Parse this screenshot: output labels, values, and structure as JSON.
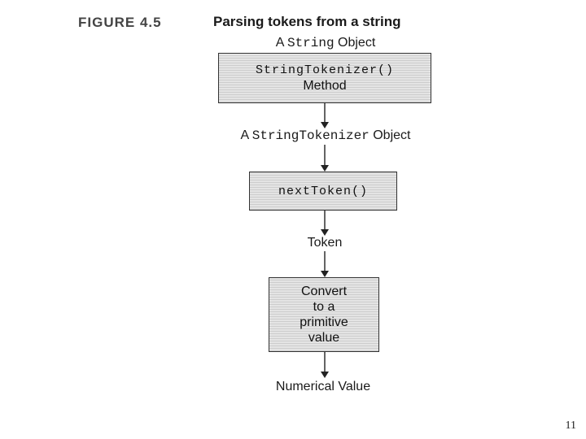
{
  "figure": {
    "label": "FIGURE 4.5",
    "title": "Parsing tokens from a string"
  },
  "flow": {
    "string_object": {
      "prefix": "A ",
      "code": "String",
      "suffix": " Object"
    },
    "tokenizer_box": {
      "line1": "StringTokenizer()",
      "line2": "Method"
    },
    "tokenizer_object": {
      "prefix": "A ",
      "code": "StringTokenizer",
      "suffix": " Object"
    },
    "next_token_box": {
      "line1": "nextToken()"
    },
    "token_label": "Token",
    "convert_box": {
      "line1": "Convert",
      "line2": "to a",
      "line3": "primitive",
      "line4": "value"
    },
    "result_label": "Numerical Value"
  },
  "page_number": "11"
}
